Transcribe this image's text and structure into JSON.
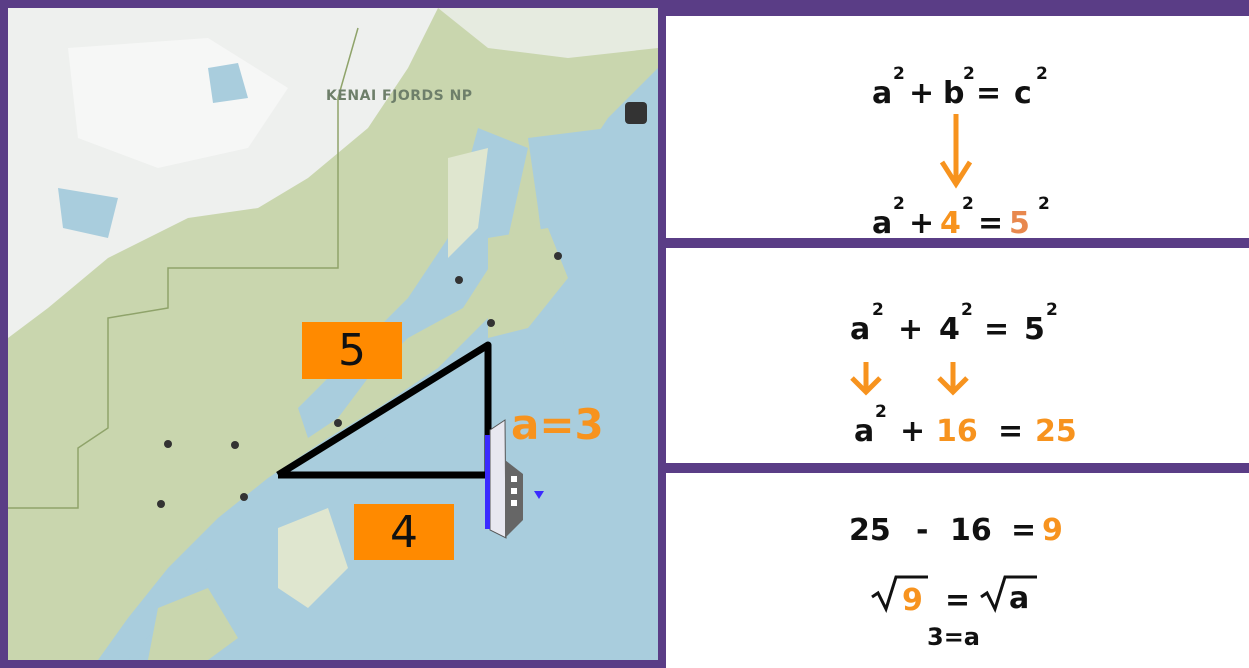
{
  "map": {
    "park_label": "KENAI FJORDS NP",
    "hypotenuse_label": "5",
    "base_label": "4",
    "side_label": "a=3",
    "colors": {
      "water": "#a9cddd",
      "land": "#c9d6ae",
      "snow": "#f2f4f4",
      "triangle": "#000000",
      "label_bg": "#ff8a00",
      "accent": "#f7931e"
    }
  },
  "panel1": {
    "line1": {
      "a": "a",
      "plus": "+",
      "b": "b",
      "eq": "=",
      "c": "c",
      "exp": "2"
    },
    "line2": {
      "a": "a",
      "plus": "+",
      "b": "4",
      "eq": "=",
      "c": "5",
      "exp": "2"
    }
  },
  "panel2": {
    "line1": {
      "a": "a",
      "plus": "+",
      "b": "4",
      "eq": "=",
      "c": "5",
      "exp": "2"
    },
    "line2": {
      "a": "a",
      "plus": "+",
      "b": "16",
      "eq": "=",
      "c": "25",
      "exp": "2"
    }
  },
  "panel3": {
    "line1": {
      "left": "25",
      "minus": "-",
      "mid": "16",
      "eq": "=",
      "res": "9"
    },
    "line2": {
      "rad1": "9",
      "eq": "=",
      "rad2": "a"
    },
    "line3": "3=a"
  }
}
